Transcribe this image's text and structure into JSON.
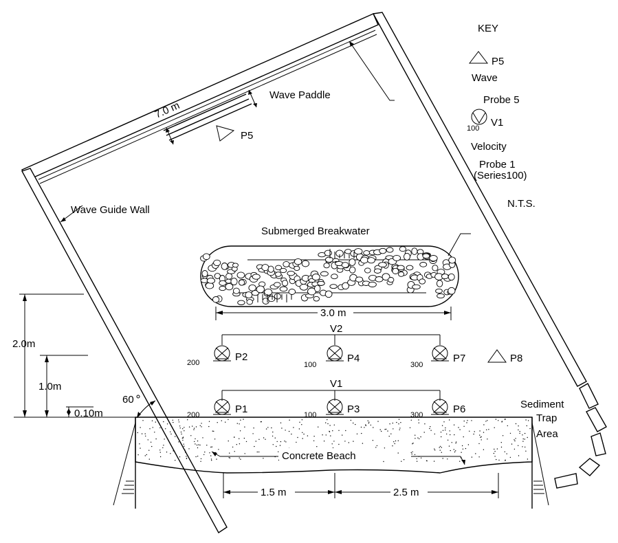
{
  "labels": {
    "key": "KEY",
    "key_wave_probe_id": "P5",
    "key_wave_line1": "Wave",
    "key_wave_line2": "Probe 5",
    "key_velocity_series": "100",
    "key_velocity_id": "V1",
    "key_velocity_line1": "Velocity",
    "key_velocity_line2": "Probe 1",
    "key_velocity_line3": "(Series100)",
    "nts": "N.T.S.",
    "paddle_length": "7.0 m",
    "wave_paddle": "Wave Paddle",
    "paddle_probe": "P5",
    "wave_guide_wall": "Wave Guide Wall",
    "submerged_breakwater": "Submerged Breakwater",
    "breakwater_length": "3.0 m",
    "dim_2m": "2.0m",
    "dim_1m": "1.0m",
    "dim_010m": "0.10m",
    "angle": "60",
    "v2": "V2",
    "v1": "V1",
    "p8": "P8",
    "sediment_line1": "Sediment",
    "sediment_line2": "Trap",
    "sediment_line3": "Area",
    "concrete_beach": "Concrete Beach",
    "dim_15m": "1.5 m",
    "dim_25m": "2.5 m"
  },
  "probes_row2": [
    {
      "series": "200",
      "id": "P2"
    },
    {
      "series": "100",
      "id": "P4"
    },
    {
      "series": "300",
      "id": "P7"
    }
  ],
  "probes_row1": [
    {
      "series": "200",
      "id": "P1"
    },
    {
      "series": "100",
      "id": "P3"
    },
    {
      "series": "300",
      "id": "P6"
    }
  ]
}
